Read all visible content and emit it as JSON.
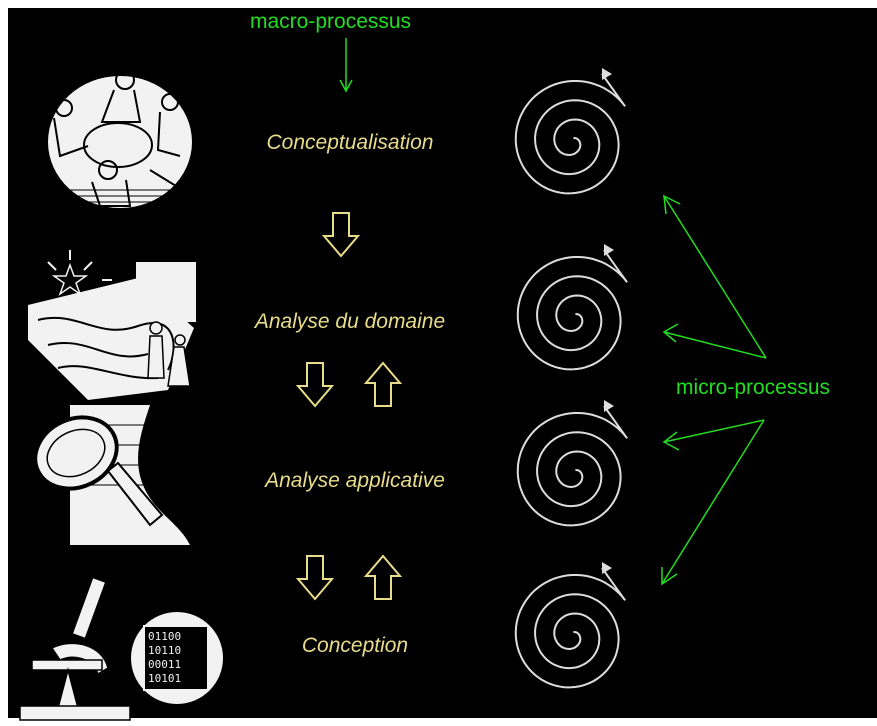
{
  "macro_label": "macro-processus",
  "micro_label": "micro-processus",
  "stages": [
    {
      "label": "Conceptualisation",
      "illustration": "team-meeting-illustration"
    },
    {
      "label": "Analyse du domaine",
      "illustration": "domain-map-illustration"
    },
    {
      "label": "Analyse applicative",
      "illustration": "magnifying-glass-illustration"
    },
    {
      "label": "Conception",
      "illustration": "microscope-binary-illustration"
    }
  ],
  "colors": {
    "background": "#000000",
    "annotation": "#22dd22",
    "stage_text": "#e8dc8a",
    "spiral": "#dddddd"
  }
}
